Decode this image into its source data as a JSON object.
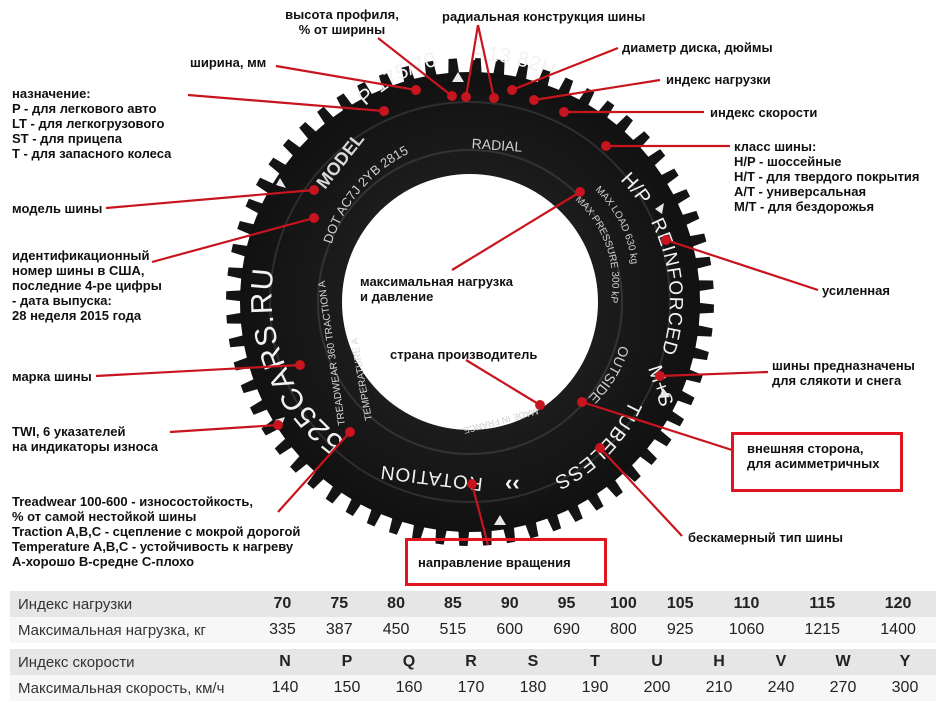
{
  "tire": {
    "size_width": "P 175/70",
    "size_rim": "R13 82H",
    "radial": "RADIAL",
    "class": "H/P",
    "reinforced": "REINFORCED",
    "ms": "M+S",
    "tubeless": "TUBELESS",
    "rotation": "ROTATION",
    "rotation_arrows": "‹‹",
    "brand": "525CARS.RU",
    "model": "MODEL",
    "dot": "DOT AC7J 2YB 2815",
    "max_load": "MAX LOAD 630 kg",
    "max_pressure": "MAX PRESSURE 300 kPa",
    "outside": "OUTSIDE",
    "made_in": "MADE IN FRANCE",
    "treadwear": "TREADWEAR 360 TRACTION A",
    "temperature": "TEMPERATURE A"
  },
  "annotations": {
    "profile_height": "высота профиля,\n% от ширины",
    "radial": "радиальная конструкция шины",
    "width": "ширина, мм",
    "rim_diameter": "диаметр диска, дюймы",
    "load_index": "индекс нагрузки",
    "speed_index": "индекс скорости",
    "purpose": "назначение:\nP - для легкового авто\nLT - для легкогрузового\nST - для прицепа\nT - для запасного колеса",
    "tire_class": "класс шины:\nH/P - шоссейные\nH/T - для твердого покрытия\nA/T - универсальная\nM/T - для бездорожья",
    "model": "модель шины",
    "dot_id": "идентификационный\nномер шины в США,\nпоследние 4-ре цифры\n- дата выпуска:\n28 неделя 2015 года",
    "max_load": "максимальная нагрузка\nи давление",
    "reinforced": "усиленная",
    "country": "страна производитель",
    "brand": "марка шины",
    "mud_snow": "шины предназначены\nдля слякоти и снега",
    "twi": "TWI, 6 указателей\nна индикаторы износа",
    "outside": "внешняя сторона,\nдля асимметричных",
    "treadwear": "Treadwear 100-600 - износостойкость,\n% от самой нестойкой шины\nTraction A,B,C - сцепление с мокрой дорогой\nTemperature A,B,C - устойчивость к нагреву\nA-хорошо B-средне C-плохо",
    "tubeless": "бескамерный тип шины",
    "rotation": "направление вращения"
  },
  "table": {
    "load": {
      "header_label": "Индекс нагрузки",
      "value_label": "Максимальная нагрузка, кг",
      "indices": [
        "70",
        "75",
        "80",
        "85",
        "90",
        "95",
        "100",
        "105",
        "110",
        "115",
        "120"
      ],
      "values": [
        "335",
        "387",
        "450",
        "515",
        "600",
        "690",
        "800",
        "925",
        "1060",
        "1215",
        "1400"
      ]
    },
    "speed": {
      "header_label": "Индекс скорости",
      "value_label": "Максимальная скорость, км/ч",
      "indices": [
        "N",
        "P",
        "Q",
        "R",
        "S",
        "T",
        "U",
        "H",
        "V",
        "W",
        "Y"
      ],
      "values": [
        "140",
        "150",
        "160",
        "170",
        "180",
        "190",
        "200",
        "210",
        "240",
        "270",
        "300"
      ]
    }
  },
  "colors": {
    "leader": "#c8141e",
    "tire": "#141414",
    "sidewall_text": "#f2f2f2",
    "inner_text": "#cfcfcf",
    "highlight": "#e0151f"
  }
}
